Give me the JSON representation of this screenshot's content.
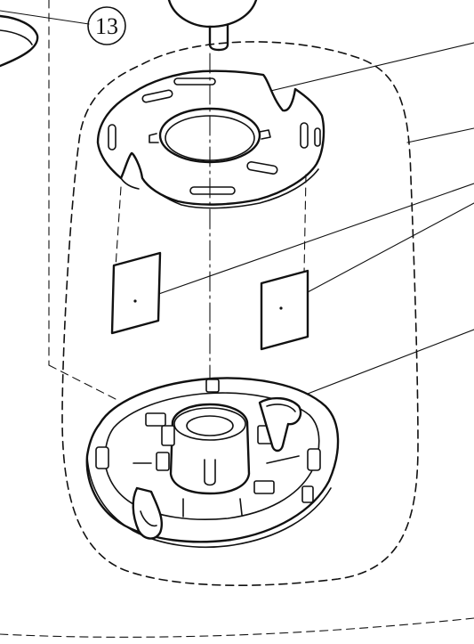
{
  "diagram": {
    "callout_number": "13",
    "colors": {
      "ink": "#111111",
      "paper": "#ffffff"
    },
    "parts": [
      "upper-knob-stem",
      "upper-flange-ring",
      "magnet-pad-left",
      "magnet-pad-right",
      "lower-base-housing",
      "assembly-boundary"
    ]
  }
}
